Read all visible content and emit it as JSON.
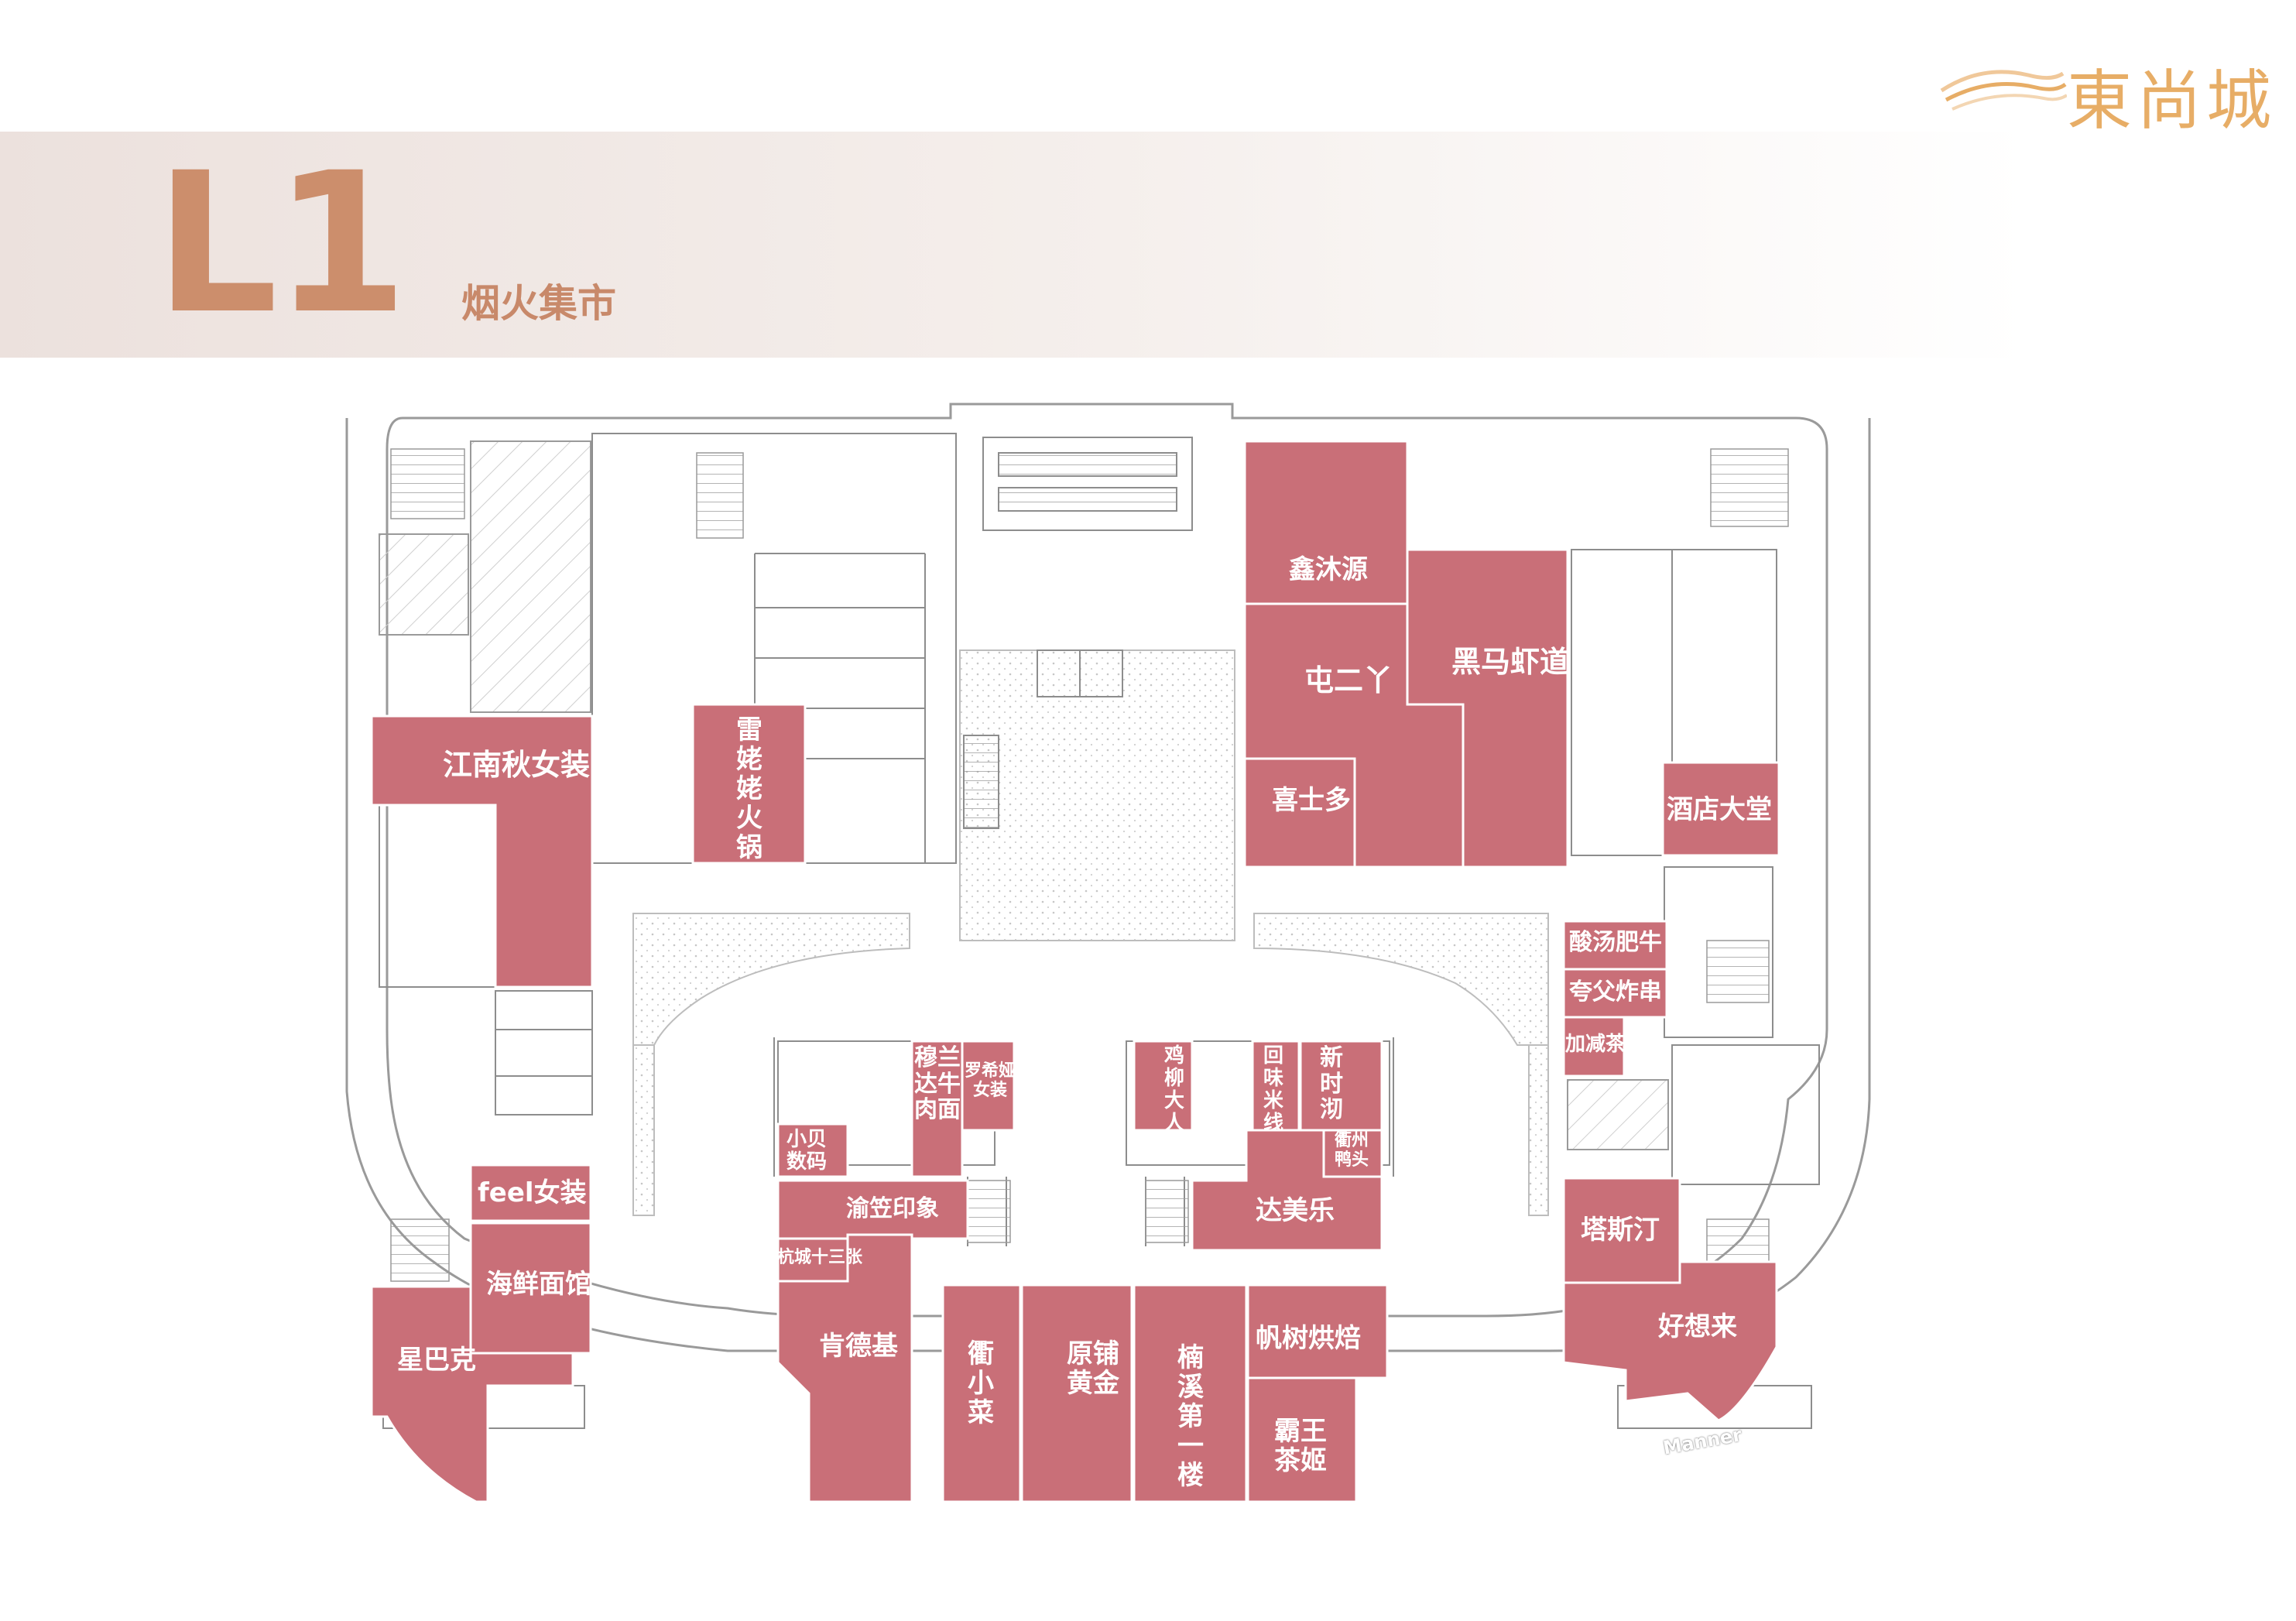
{
  "brand": {
    "name": "東尚城",
    "color": "#e7ad66"
  },
  "level": {
    "code": "L1",
    "zone": "烟火集市",
    "color": "#cc8e6c"
  },
  "colors": {
    "store_fill": "#c96f78",
    "store_border": "#ffffff",
    "line": "#8d8d8d",
    "hatch": "#c9c9c9"
  },
  "stores": {
    "jiangnanqiu": "江南秋女装",
    "leilaolao": "雷姥姥火锅",
    "xinmuyuan": "鑫沐源",
    "tuneryatou": "屯二丫",
    "heimaxiadao": "黑马虾道",
    "xishiduo": "喜士多",
    "jiudian": "酒店大堂",
    "suantang": "酸汤肥牛",
    "kuafu": "夸父炸串",
    "jiajiancha": "加减茶",
    "mulanda": "穆兰达牛肉面",
    "luoxiya": "罗希娅女装",
    "jiliu": "鸡柳大人",
    "huiwei": "回味米线",
    "xinshi": "新时沏",
    "quzhouyatou": "衢州鸭头",
    "xiaobei": "小贝数码",
    "yuli": "渝笠印象",
    "hangcheng": "杭城十三张",
    "damei": "达美乐",
    "feel": "feel女装",
    "haixian": "海鲜面馆",
    "xingbake": "星巴克",
    "kendeji": "肯德基",
    "quxiaocai": "衢小菜",
    "yuanpu": "原铺黄金",
    "nanxi": "楠溪第一楼",
    "fanshu": "帆树烘焙",
    "bawang": "霸王茶姬",
    "tasiting": "塔斯汀",
    "haoxianglai": "好想来",
    "manner": "Manner"
  }
}
